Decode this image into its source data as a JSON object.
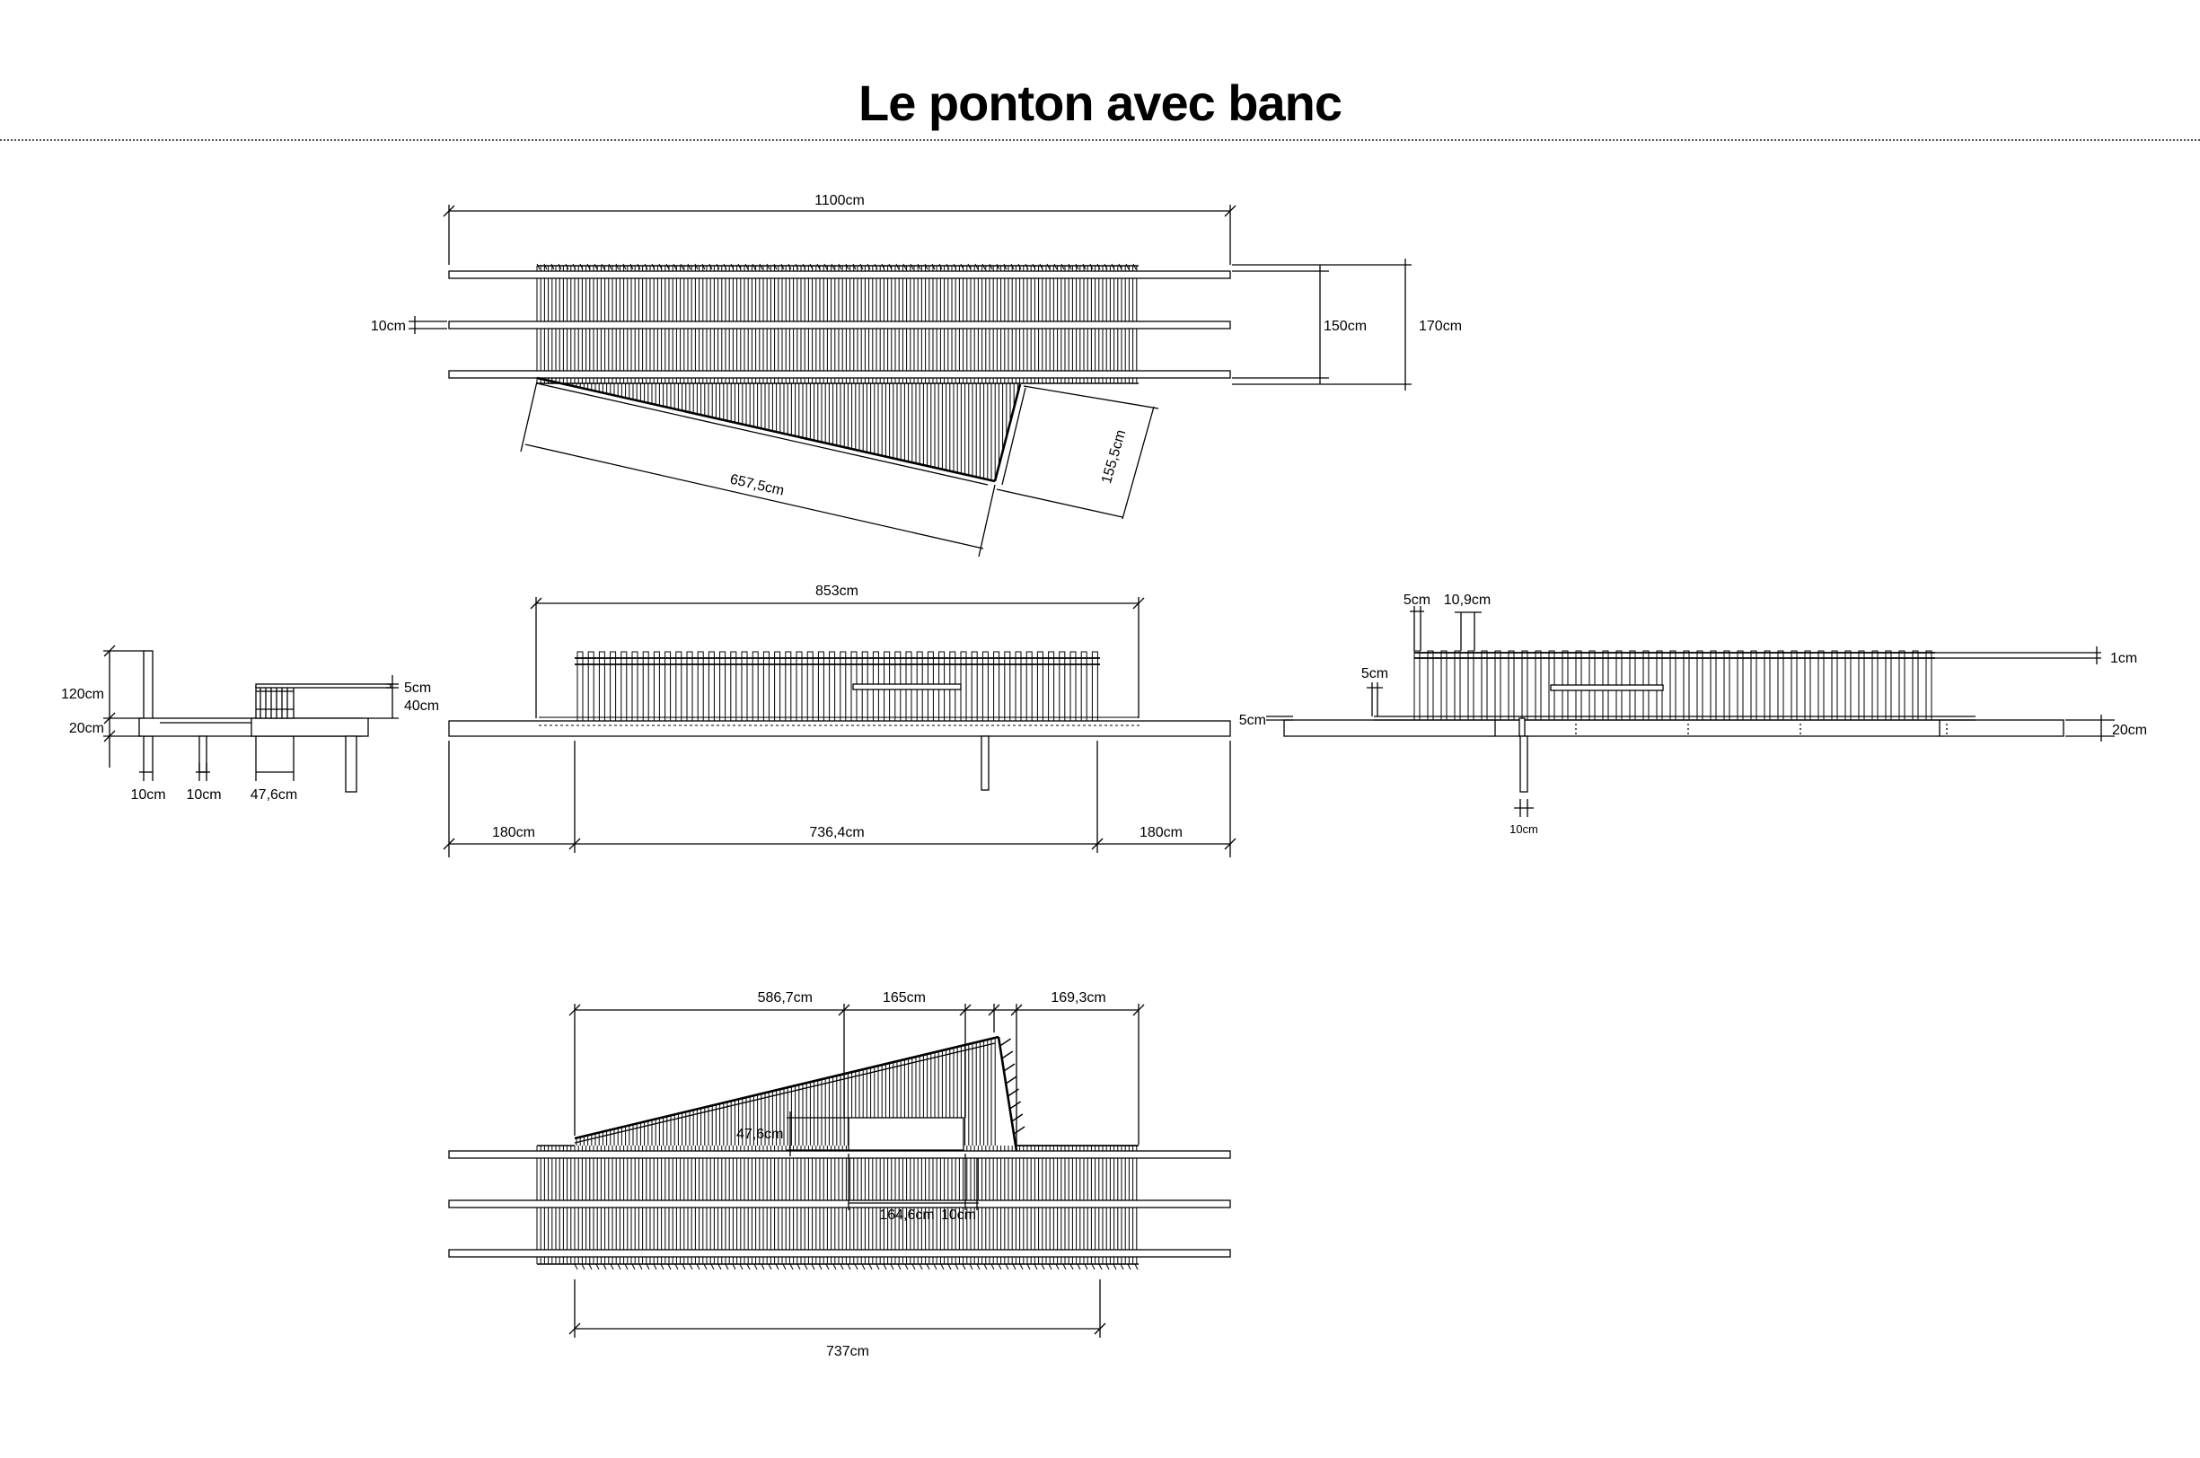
{
  "page": {
    "title": "Le ponton avec banc"
  },
  "drawing": {
    "plan_top": {
      "dims": {
        "total_length": "1100cm",
        "board_width": "10cm",
        "inner_width": "150cm",
        "outer_width": "170cm",
        "diagonal_length": "657,5cm",
        "diagonal_depth": "155,5cm"
      }
    },
    "side_section": {
      "dims": {
        "height": "120cm",
        "deck": "20cm",
        "seat_top": "5cm",
        "seat_height": "40cm",
        "post_a": "10cm",
        "post_b": "10cm",
        "seat_depth": "47,6cm"
      }
    },
    "front_elevation": {
      "dims": {
        "railing_length": "853cm",
        "left_overhang": "180cm",
        "middle": "736,4cm",
        "right_overhang": "180cm"
      }
    },
    "right_elevation": {
      "dims": {
        "slat_a": "5cm",
        "slat_spacing": "10,9cm",
        "slat_b": "5cm",
        "deck_left": "5cm",
        "top_gap": "1cm",
        "deck_right": "20cm",
        "post": "10cm"
      }
    },
    "plan_bottom": {
      "dims": {
        "seg_a": "586,7cm",
        "seg_b": "165cm",
        "seg_c": "169,3cm",
        "bench_depth": "47,6cm",
        "bench_length": "164,6cm",
        "bench_gap": "10cm",
        "total": "737cm"
      }
    }
  }
}
